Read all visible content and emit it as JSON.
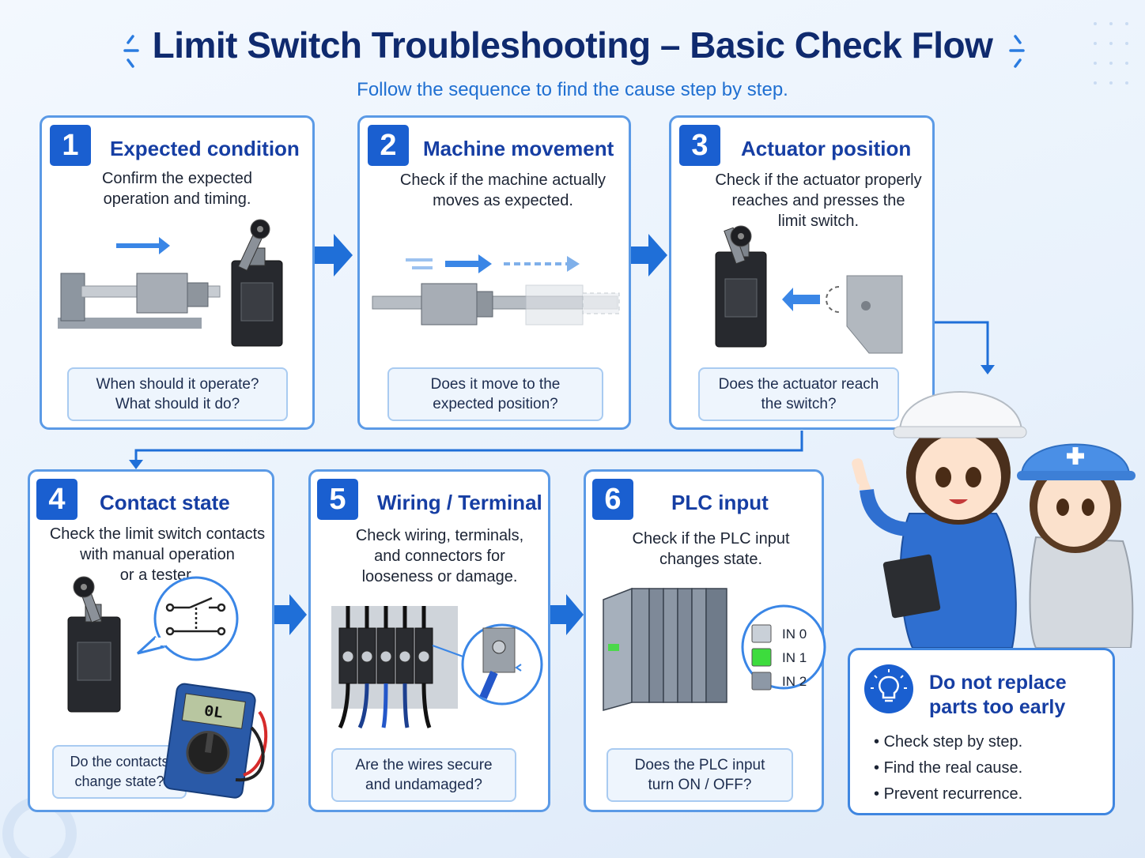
{
  "header": {
    "title": "Limit Switch Troubleshooting – Basic Check Flow",
    "subtitle": "Follow the sequence to find the cause step by step."
  },
  "steps": [
    {
      "number": "1",
      "title": "Expected condition",
      "desc_lines": [
        "Confirm the expected",
        "operation and timing."
      ],
      "question_lines": [
        "When should it operate?",
        "What should it do?"
      ]
    },
    {
      "number": "2",
      "title": "Machine movement",
      "desc_lines": [
        "Check if the machine actually",
        "moves as expected."
      ],
      "question_lines": [
        "Does it move to the",
        "expected position?"
      ]
    },
    {
      "number": "3",
      "title": "Actuator position",
      "desc_lines": [
        "Check if the actuator properly",
        "reaches and presses the",
        "limit switch."
      ],
      "question_lines": [
        "Does the actuator reach",
        "the switch?"
      ]
    },
    {
      "number": "4",
      "title": "Contact state",
      "desc_lines": [
        "Check the limit switch contacts",
        "with manual operation",
        "or a tester."
      ],
      "question_lines": [
        "Do the contacts",
        "change state?"
      ]
    },
    {
      "number": "5",
      "title": "Wiring / Terminal",
      "desc_lines": [
        "Check wiring, terminals,",
        "and connectors for",
        "looseness or damage."
      ],
      "question_lines": [
        "Are the wires secure",
        "and undamaged?"
      ]
    },
    {
      "number": "6",
      "title": "PLC input",
      "desc_lines": [
        "Check if the PLC input",
        "changes state."
      ],
      "question_lines": [
        "Does the PLC input",
        "turn ON / OFF?"
      ]
    }
  ],
  "multimeter_display": "0L",
  "plc_inputs": [
    {
      "label": "IN 0",
      "state": "off",
      "color": "#c9d0d8"
    },
    {
      "label": "IN 1",
      "state": "on",
      "color": "#3ddc3d"
    },
    {
      "label": "IN 2",
      "state": "off",
      "color": "#8d98a6"
    }
  ],
  "tip": {
    "title_lines": [
      "Do not replace",
      "parts too early"
    ],
    "icon": "lightbulb-icon",
    "items": [
      "Check step by step.",
      "Find the real cause.",
      "Prevent recurrence."
    ]
  },
  "colors": {
    "accent": "#1a5fd0",
    "card_border": "#5b9ae6",
    "title": "#0f2a6e",
    "subtitle": "#1f6fd1"
  }
}
